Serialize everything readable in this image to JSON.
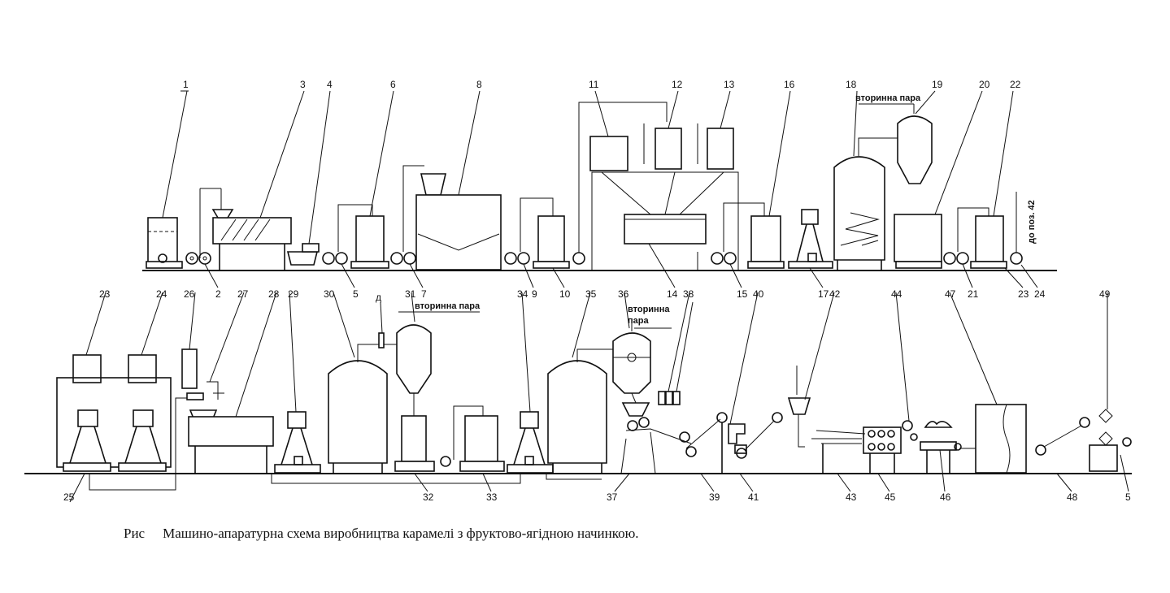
{
  "labels": {
    "row1": [
      "1",
      "3",
      "4",
      "6",
      "8",
      "11",
      "12",
      "13",
      "16",
      "18",
      "19",
      "20",
      "22"
    ],
    "row1_bottom": [
      "2",
      "5",
      "7",
      "9",
      "10",
      "14",
      "15",
      "17",
      "21",
      "23",
      "24"
    ],
    "row2_top": [
      "23",
      "24",
      "26",
      "27",
      "28",
      "29",
      "30",
      "д",
      "31",
      "34",
      "35",
      "36",
      "38",
      "40",
      "42",
      "44",
      "47",
      "49"
    ],
    "row2_bottom": [
      "25",
      "32",
      "33",
      "37",
      "39",
      "41",
      "43",
      "45",
      "46",
      "48",
      "5"
    ]
  },
  "notes": {
    "secondary_steam_1": "вторинна пара",
    "secondary_steam_2": "вторинна пара",
    "secondary_steam_3a": "вторинна",
    "secondary_steam_3b": "пара",
    "to_position": "до поз. 42"
  },
  "caption": {
    "prefix": "Рис",
    "text": "Машино-апаратурна схема виробництва карамелі з фруктово-ягідною начинкою."
  }
}
